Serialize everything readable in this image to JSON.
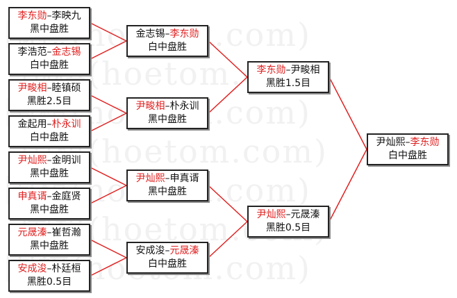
{
  "colors": {
    "winner": "#e02020",
    "text": "#111111",
    "line": "#e02020",
    "border": "#222222"
  },
  "watermark": {
    "text": "围棋(hoetom.com)"
  },
  "bracket": {
    "r1": [
      {
        "p1": "李东勋",
        "p2": "李映九",
        "p1_red": true,
        "p2_red": false,
        "result": "黑中盘胜"
      },
      {
        "p1": "李浩范",
        "p2": "金志锡",
        "p1_red": false,
        "p2_red": true,
        "result": "白中盘胜"
      },
      {
        "p1": "尹畯相",
        "p2": "睦镇硕",
        "p1_red": true,
        "p2_red": false,
        "result": "黑胜2.5目"
      },
      {
        "p1": "金起用",
        "p2": "朴永训",
        "p1_red": false,
        "p2_red": true,
        "result": "白中盘胜"
      },
      {
        "p1": "尹灿熙",
        "p2": "金明训",
        "p1_red": true,
        "p2_red": false,
        "result": "黑中盘胜"
      },
      {
        "p1": "申真谞",
        "p2": "金庭贤",
        "p1_red": true,
        "p2_red": false,
        "result": "黑中盘胜"
      },
      {
        "p1": "元晟溱",
        "p2": "崔哲瀚",
        "p1_red": true,
        "p2_red": false,
        "result": "黑中盘胜"
      },
      {
        "p1": "安成浚",
        "p2": "朴廷桓",
        "p1_red": true,
        "p2_red": false,
        "result": "黑胜0.5目"
      }
    ],
    "r2": [
      {
        "p1": "金志锡",
        "p2": "李东勋",
        "p1_red": false,
        "p2_red": true,
        "result": "白中盘胜"
      },
      {
        "p1": "尹畯相",
        "p2": "朴永训",
        "p1_red": true,
        "p2_red": false,
        "result": "黑中盘胜"
      },
      {
        "p1": "尹灿熙",
        "p2": "申真谞",
        "p1_red": true,
        "p2_red": false,
        "result": "黑中盘胜"
      },
      {
        "p1": "安成浚",
        "p2": "元晟溱",
        "p1_red": false,
        "p2_red": true,
        "result": "白中盘胜"
      }
    ],
    "r3": [
      {
        "p1": "李东勋",
        "p2": "尹畯相",
        "p1_red": true,
        "p2_red": false,
        "result": "黑胜1.5目"
      },
      {
        "p1": "尹灿熙",
        "p2": "元晟溱",
        "p1_red": true,
        "p2_red": false,
        "result": "黑胜0.5目"
      }
    ],
    "final": [
      {
        "p1": "尹灿熙",
        "p2": "李东勋",
        "p1_red": false,
        "p2_red": true,
        "result": "白中盘胜"
      }
    ]
  }
}
